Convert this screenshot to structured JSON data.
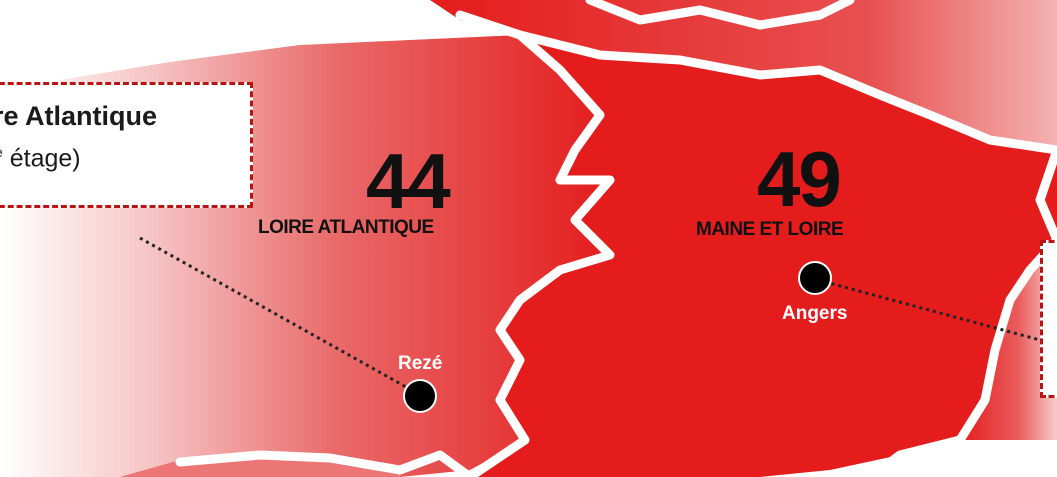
{
  "departments": [
    {
      "number": "44",
      "name": "LOIRE ATLANTIQUE"
    },
    {
      "number": "49",
      "name": "MAINE ET LOIRE"
    }
  ],
  "cities": [
    {
      "name": "Rezé"
    },
    {
      "name": "Angers"
    }
  ],
  "callout_left": {
    "title": "re Atlantique",
    "sub_sup": "e",
    "sub_text": " étage)"
  },
  "colors": {
    "region_red": "#e41c1c",
    "border_white": "#ffffff",
    "callout_border": "#b81414",
    "text_dark": "#111111"
  }
}
